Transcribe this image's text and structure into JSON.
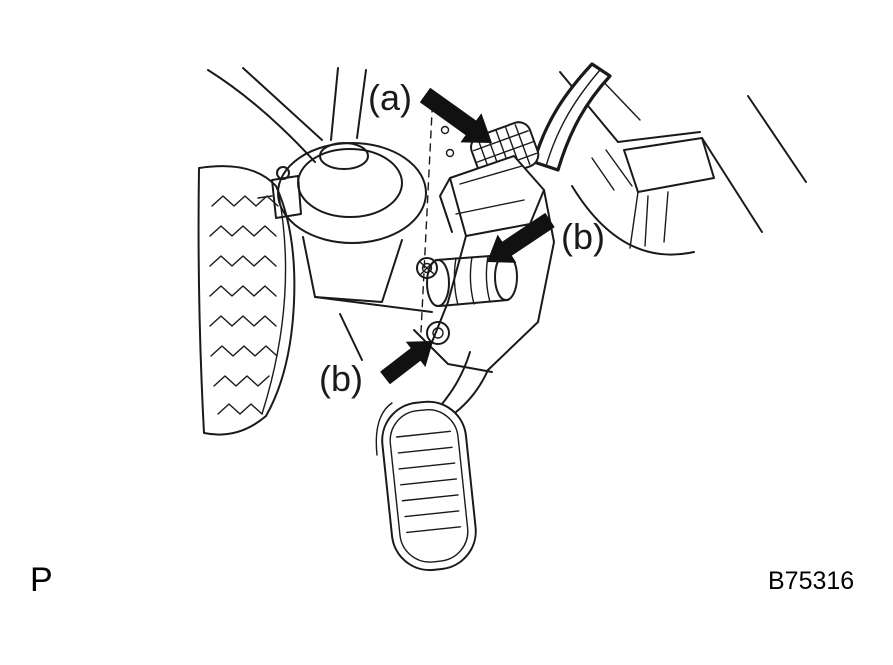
{
  "diagram": {
    "description": "Accelerator pedal assembly service illustration",
    "callouts": {
      "a": "(a)",
      "b_upper": "(b)",
      "b_lower": "(b)"
    },
    "corner_mark": "P",
    "figure_code": "B75316",
    "colors": {
      "line": "#1a1a1a",
      "arrow": "#111111",
      "background": "#ffffff"
    }
  }
}
